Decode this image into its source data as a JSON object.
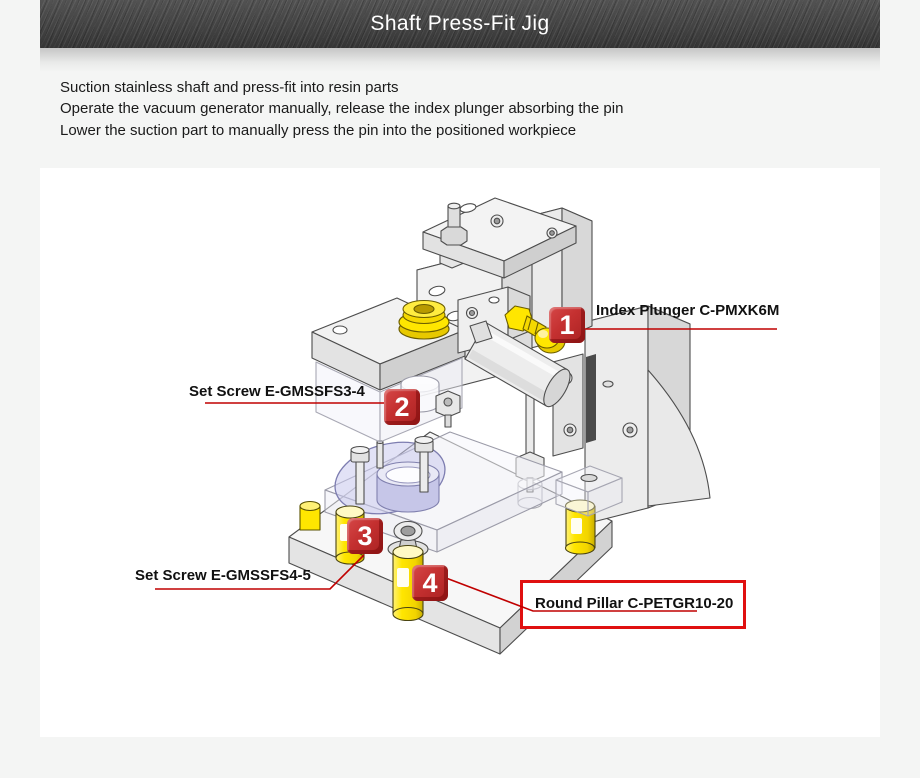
{
  "header": {
    "title": "Shaft Press-Fit Jig"
  },
  "description": {
    "lines": [
      "Suction stainless shaft and press-fit into resin parts",
      "Operate the vacuum generator manually, release the index plunger absorbing the pin",
      "Lower the suction part to manually press the pin into the positioned workpiece"
    ]
  },
  "callouts": [
    {
      "number": "1",
      "label": "Index Plunger  C-PMXK6M"
    },
    {
      "number": "2",
      "label": "Set Screw  E-GMSSFS3-4"
    },
    {
      "number": "3",
      "label": "Set Screw  E-GMSSFS4-5"
    },
    {
      "number": "4",
      "label": "Round Pillar  C-PETGR10-20"
    }
  ],
  "diagram": {
    "subject": "Isometric CAD illustration of a shaft press-fit jig on a base plate",
    "colors": {
      "accent_red": "#c00000",
      "badge_red": "#c43030",
      "part_yellow": "#ffe600",
      "fixture_lavender": "#c9c9ec",
      "machine_gray": "#ececec"
    }
  }
}
